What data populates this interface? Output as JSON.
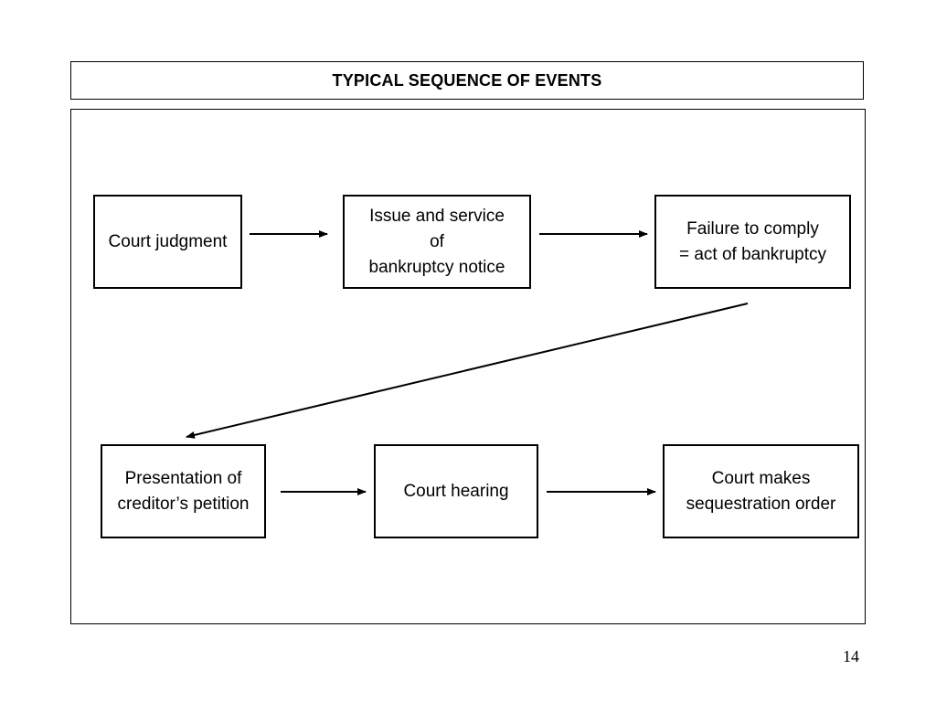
{
  "title": "TYPICAL SEQUENCE OF EVENTS",
  "nodes": [
    {
      "id": "court-judgment",
      "label": "Court judgment"
    },
    {
      "id": "issue-service",
      "label": "Issue and  service\nof\nbankruptcy notice"
    },
    {
      "id": "failure-comply",
      "label": "Failure to comply\n= act of bankruptcy"
    },
    {
      "id": "presentation-petition",
      "label": "Presentation of\ncreditor’s petition"
    },
    {
      "id": "court-hearing",
      "label": "Court hearing"
    },
    {
      "id": "sequestration-order",
      "label": "Court makes\nsequestration order"
    }
  ],
  "edges": [
    {
      "from": "court-judgment",
      "to": "issue-service"
    },
    {
      "from": "issue-service",
      "to": "failure-comply"
    },
    {
      "from": "failure-comply",
      "to": "presentation-petition"
    },
    {
      "from": "presentation-petition",
      "to": "court-hearing"
    },
    {
      "from": "court-hearing",
      "to": "sequestration-order"
    }
  ],
  "page_number": "14",
  "colors": {
    "stroke": "#000000",
    "background": "#ffffff"
  }
}
